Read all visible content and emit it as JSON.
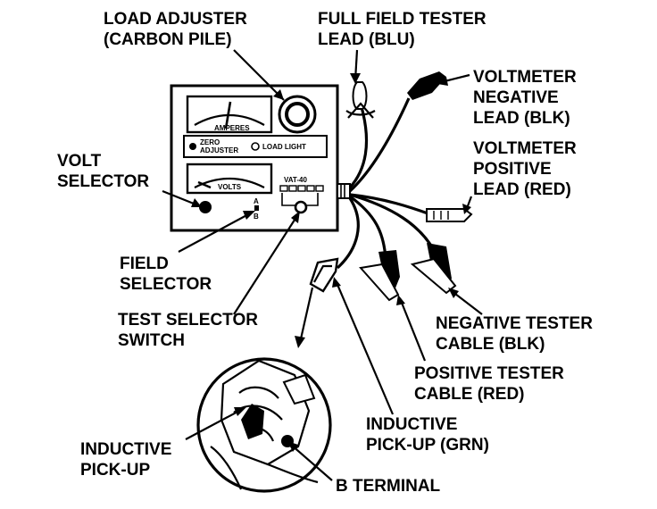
{
  "labels": {
    "load_adjuster": [
      "LOAD ADJUSTER",
      "(CARBON PILE)"
    ],
    "full_field": [
      "FULL FIELD TESTER",
      "LEAD (BLU)"
    ],
    "volt_neg": [
      "VOLTMETER",
      "NEGATIVE",
      "LEAD (BLK)"
    ],
    "volt_pos": [
      "VOLTMETER",
      "POSITIVE",
      "LEAD (RED)"
    ],
    "volt_selector": [
      "VOLT",
      "SELECTOR"
    ],
    "field_selector": [
      "FIELD",
      "SELECTOR"
    ],
    "test_selector": [
      "TEST SELECTOR",
      "SWITCH"
    ],
    "neg_cable": [
      "NEGATIVE TESTER",
      "CABLE (BLK)"
    ],
    "pos_cable": [
      "POSITIVE TESTER",
      "CABLE (RED)"
    ],
    "inductive_grn": [
      "INDUCTIVE",
      "PICK-UP (GRN)"
    ],
    "inductive": [
      "INDUCTIVE",
      "PICK-UP"
    ],
    "b_terminal": [
      "B TERMINAL"
    ]
  },
  "panel": {
    "amperes": "AMPERES",
    "zero_adjuster": [
      "ZERO",
      "ADJUSTER"
    ],
    "load_light": "LOAD LIGHT",
    "volts": "VOLTS",
    "model": "VAT-40",
    "switch_a": "A",
    "switch_b": "B"
  }
}
